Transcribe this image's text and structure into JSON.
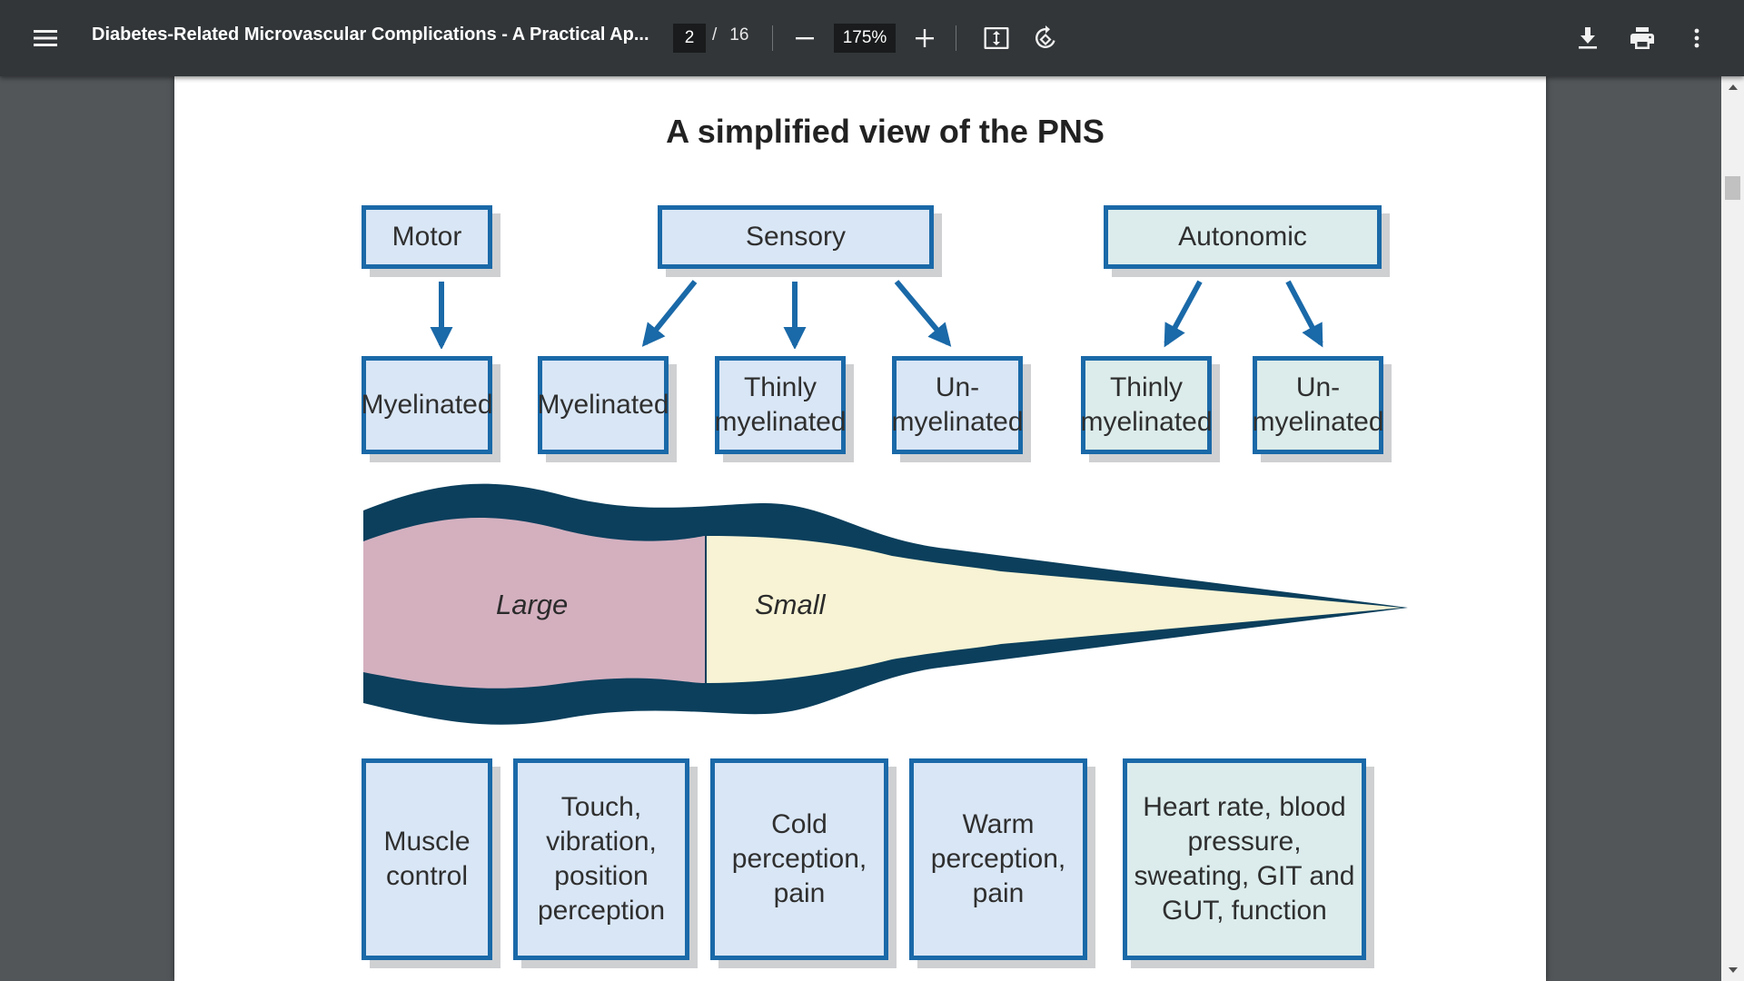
{
  "toolbar": {
    "title": "Diabetes-Related Microvascular Complications - A Practical Ap...",
    "current_page": "2",
    "page_separator": "/",
    "total_pages": "16",
    "zoom": "175%",
    "icons": [
      "menu-icon",
      "minus-icon",
      "plus-icon",
      "fit-page-icon",
      "rotate-icon",
      "download-icon",
      "print-icon",
      "more-vert-icon"
    ]
  },
  "diagram": {
    "title": "A simplified view of the PNS",
    "categories": {
      "motor": "Motor",
      "sensory": "Sensory",
      "autonomic": "Autonomic"
    },
    "fibers": {
      "f1": "Myelinated",
      "f2": "Myelinated",
      "f3": "Thinly myelinated",
      "f4": "Un- myelinated",
      "f5": "Thinly myelinated",
      "f6": "Un- myelinated"
    },
    "nerve": {
      "large": "Large",
      "small": "Small"
    },
    "functions": {
      "fn1": "Muscle control",
      "fn2": "Touch, vibration, position perception",
      "fn3": "Cold perception, pain",
      "fn4": "Warm perception, pain",
      "fn5": "Heart rate, blood pressure, sweating, GIT and GUT, function"
    },
    "colors": {
      "box_border": "#1a69a8",
      "box_fill": "#d9e6f5",
      "autonomic_fill": "#dcecec",
      "large_fiber": "#d4b0bf",
      "small_fiber": "#f8f3d4",
      "sheath": "#0b3f5c",
      "arrow": "#1a69a8"
    }
  }
}
